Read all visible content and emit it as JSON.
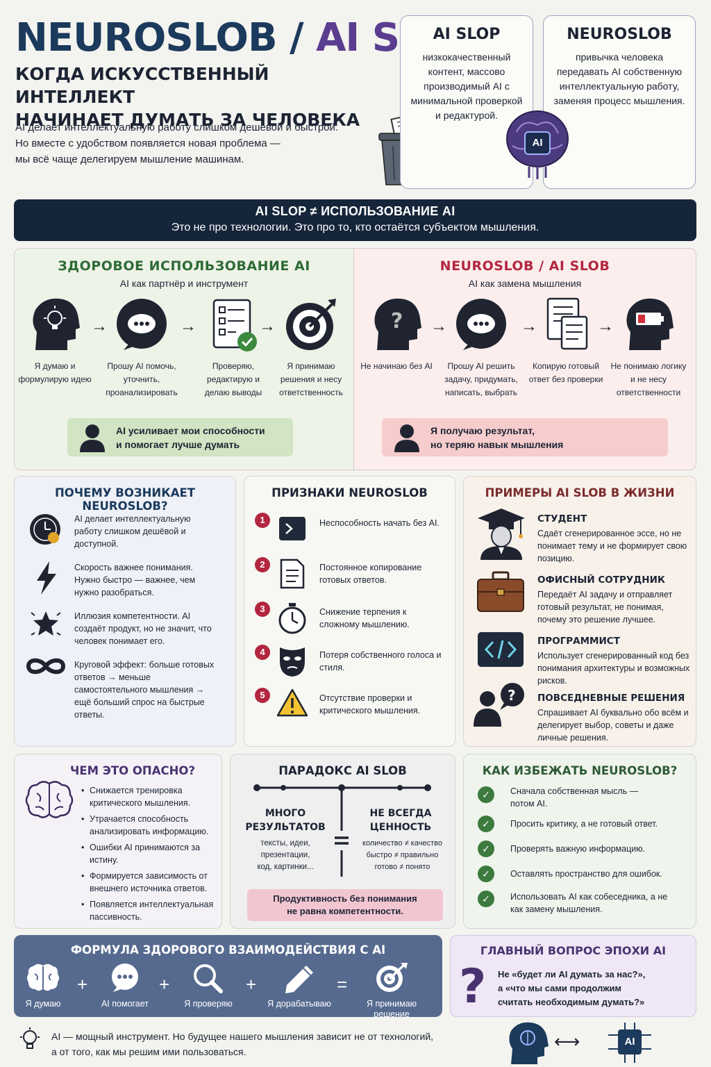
{
  "header": {
    "title_part1": "NEUROSLOB",
    "title_sep": " / ",
    "title_part2": "AI SLOB",
    "subtitle_line1": "КОГДА ИСКУССТВЕННЫЙ ИНТЕЛЛЕКТ",
    "subtitle_line2": "НАЧИНАЕТ ДУМАТЬ ЗА ЧЕЛОВЕКА",
    "intro_line1": "AI делает интеллектуальную работу слишком дешёвой и быстрой.",
    "intro_line2": "Но вместе с удобством появляется новая проблема —",
    "intro_line3": "мы всё чаще делегируем мышление машинам."
  },
  "definitions": {
    "ai_slop": {
      "title": "AI SLOP",
      "text": "низкокачественный контент, массово производимый AI с минимальной проверкой и редактурой."
    },
    "neuroslob": {
      "title": "NEUROSLOB",
      "text": "привычка человека передавать AI собственную интеллектуальную работу, заменяя процесс мышления."
    },
    "brain_chip_label": "AI"
  },
  "banner": {
    "line1": "AI SLOP ≠ ИСПОЛЬЗОВАНИЕ AI",
    "line2": "Это не про технологии. Это про то, кто остаётся субъектом мышления."
  },
  "healthy": {
    "title": "ЗДОРОВОЕ ИСПОЛЬЗОВАНИЕ AI",
    "subtitle": "AI как партнёр и инструмент",
    "steps": [
      {
        "caption": "Я думаю и формулирую идею"
      },
      {
        "caption": "Прошу AI помочь, уточнить, проанализировать"
      },
      {
        "caption": "Проверяю, редактирую и делаю выводы"
      },
      {
        "caption": "Я принимаю решения и несу ответственность"
      }
    ],
    "callout_line1": "AI усиливает мои способности",
    "callout_line2": "и помогает лучше думать"
  },
  "slob": {
    "title": "NEUROSLOB / AI SLOB",
    "subtitle": "AI как замена мышления",
    "steps": [
      {
        "caption": "Не начинаю без AI"
      },
      {
        "caption": "Прошу AI решить задачу, придумать, написать, выбрать"
      },
      {
        "caption": "Копирую готовый ответ без проверки"
      },
      {
        "caption": "Не понимаю логику и не несу ответственности"
      }
    ],
    "callout_line1": "Я получаю результат,",
    "callout_line2": "но теряю навык мышления"
  },
  "why": {
    "title": "ПОЧЕМУ ВОЗНИКАЕТ NEUROSLOB?",
    "items": [
      {
        "icon": "cheap-clock-icon",
        "text": "AI делает интеллектуальную работу слишком дешёвой и доступной."
      },
      {
        "icon": "lightning-icon",
        "text": "Скорость важнее понимания. Нужно быстро — важнее, чем нужно разобраться."
      },
      {
        "icon": "star-burst-icon",
        "text": "Иллюзия компетентности. AI создаёт продукт, но не значит, что человек понимает его."
      },
      {
        "icon": "infinity-icon",
        "text": "Круговой эффект: больше готовых ответов → меньше самостоятельного мышления → ещё больший спрос на быстрые ответы."
      }
    ]
  },
  "signs": {
    "title": "ПРИЗНАКИ NEUROSLOB",
    "items": [
      {
        "num": "1",
        "icon": "terminal-icon",
        "text": "Неспособность начать без AI."
      },
      {
        "num": "2",
        "icon": "document-icon",
        "text": "Постоянное копирование готовых ответов."
      },
      {
        "num": "3",
        "icon": "stopwatch-icon",
        "text": "Снижение терпения к сложному мышлению."
      },
      {
        "num": "4",
        "icon": "mask-icon",
        "text": "Потеря собственного голоса и стиля."
      },
      {
        "num": "5",
        "icon": "warning-icon",
        "text": "Отсутствие проверки и критического мышления."
      }
    ]
  },
  "examples": {
    "title": "ПРИМЕРЫ AI SLOB В ЖИЗНИ",
    "items": [
      {
        "icon": "student-icon",
        "heading": "СТУДЕНТ",
        "text": "Сдаёт сгенерированное эссе, но не понимает тему и не формирует свою позицию."
      },
      {
        "icon": "briefcase-icon",
        "heading": "ОФИСНЫЙ СОТРУДНИК",
        "text": "Передаёт AI задачу и отправляет готовый результат, не понимая, почему это решение лучшее."
      },
      {
        "icon": "code-icon",
        "heading": "ПРОГРАММИСТ",
        "text": "Использует сгенерированный код без понимания архитектуры и возможных рисков."
      },
      {
        "icon": "person-question-icon",
        "heading": "ПОВСЕДНЕВНЫЕ РЕШЕНИЯ",
        "text": "Спрашивает AI буквально обо всём и делегирует выбор, советы и даже личные решения."
      }
    ]
  },
  "danger": {
    "title": "ЧЕМ ЭТО ОПАСНО?",
    "items": [
      "Снижается тренировка критического мышления.",
      "Утрачается способность анализировать информацию.",
      "Ошибки AI принимаются за истину.",
      "Формируется зависимость от внешнего источника ответов.",
      "Появляется интеллектуальная пассивность."
    ]
  },
  "paradox": {
    "title": "ПАРАДОКС AI SLOB",
    "left_heading_1": "МНОГО",
    "left_heading_2": "РЕЗУЛЬТАТОВ",
    "left_text_1": "тексты, идеи,",
    "left_text_2": "презентации,",
    "left_text_3": "код, картинки...",
    "right_heading_1": "НЕ ВСЕГДА",
    "right_heading_2": "ЦЕННОСТЬ",
    "right_text_1": "количество ≠ качество",
    "right_text_2": "быстро ≠ правильно",
    "right_text_3": "готово ≠ понято",
    "footer_1": "Продуктивность без понимания",
    "footer_2": "не равна компетентности."
  },
  "avoid": {
    "title": "КАК ИЗБЕЖАТЬ NEUROSLOB?",
    "items": [
      "Сначала собственная мысль — потом AI.",
      "Просить критику, а не готовый ответ.",
      "Проверять важную информацию.",
      "Оставлять пространство для ошибок.",
      "Использовать AI как собеседника, а не как замену мышления."
    ]
  },
  "formula": {
    "title": "ФОРМУЛА ЗДОРОВОГО ВЗАИМОДЕЙСТВИЯ С AI",
    "items": [
      {
        "label": "Я думаю"
      },
      {
        "label": "AI помогает"
      },
      {
        "label": "Я проверяю"
      },
      {
        "label": "Я дорабатываю"
      },
      {
        "label": "Я принимаю решение"
      }
    ],
    "plus": "+",
    "equals": "="
  },
  "question": {
    "title": "ГЛАВНЫЙ ВОПРОС ЭПОХИ AI",
    "mark": "?",
    "line1": "Не «будет ли AI думать за нас?»,",
    "line2": "а «что мы сами продолжим",
    "line3": "считать необходимым думать?»"
  },
  "footer": {
    "line1": "AI — мощный инструмент. Но будущее нашего мышления зависит не от технологий,",
    "line2": "а от того, как мы решим ими пользоваться.",
    "chip_label": "AI",
    "arrows": "⟷"
  },
  "colors": {
    "navy": "#1b3a5c",
    "purple": "#5a3d8f",
    "green": "#2e6b35",
    "red": "#b3263f",
    "banner": "#15253a",
    "formula": "#566a8f"
  }
}
